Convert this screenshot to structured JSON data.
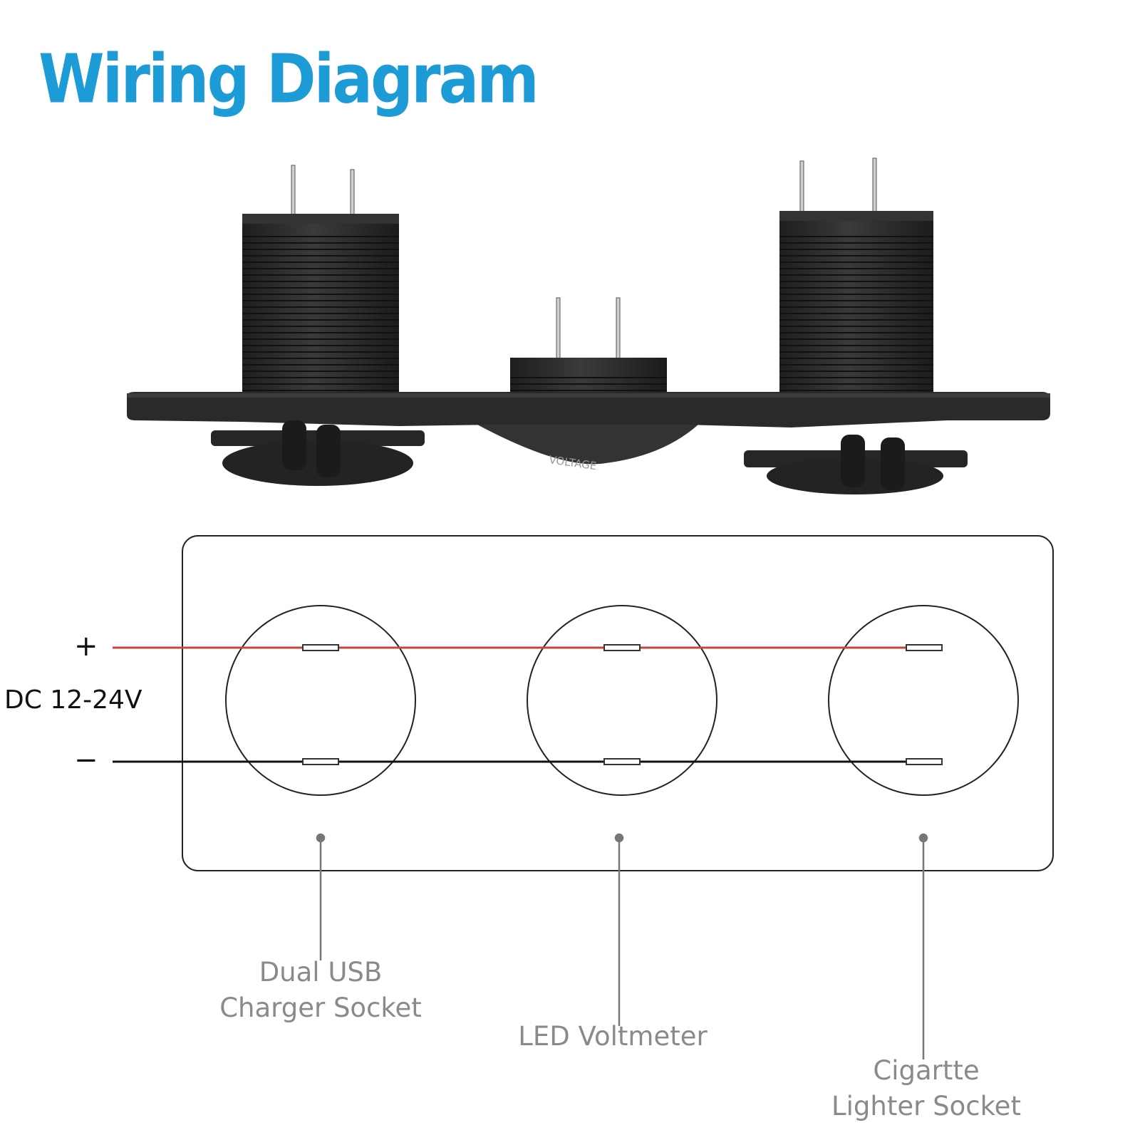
{
  "title": "Wiring Diagram",
  "product": {
    "meter_face_text": "VOLTAGE"
  },
  "power": {
    "plus_sign": "+",
    "minus_sign": "−",
    "voltage_label": "DC 12-24V",
    "positive_wire_color": "#c9433f",
    "negative_wire_color": "#111111"
  },
  "components": [
    {
      "line1": "Dual USB",
      "line2": "Charger Socket"
    },
    {
      "line1": "LED Voltmeter",
      "line2": ""
    },
    {
      "line1": "Cigartte",
      "line2": "Lighter Socket"
    }
  ],
  "colors": {
    "title": "#1d9bd7",
    "label": "#8a8a8a",
    "product_body": "#2c2c2c"
  }
}
